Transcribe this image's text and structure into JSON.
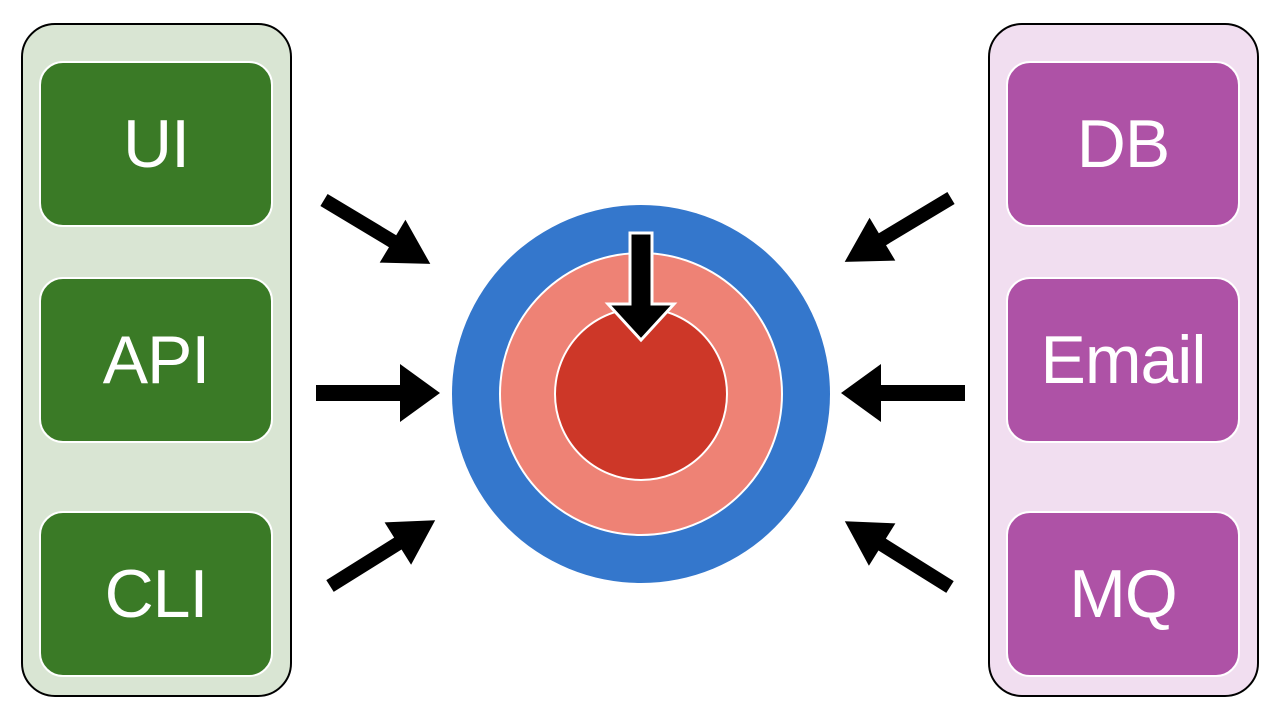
{
  "colors": {
    "left_panel_bg": "#d9e5d3",
    "left_box": "#3a7a26",
    "right_panel_bg": "#f1def0",
    "right_box": "#ae52a6",
    "outer_ring": "#3477cc",
    "middle_ring": "#ee8275",
    "core": "#cd3728",
    "arrow": "#000000"
  },
  "left_group": {
    "items": [
      {
        "label": "UI"
      },
      {
        "label": "API"
      },
      {
        "label": "CLI"
      }
    ]
  },
  "right_group": {
    "items": [
      {
        "label": "DB"
      },
      {
        "label": "Email"
      },
      {
        "label": "MQ"
      }
    ]
  }
}
